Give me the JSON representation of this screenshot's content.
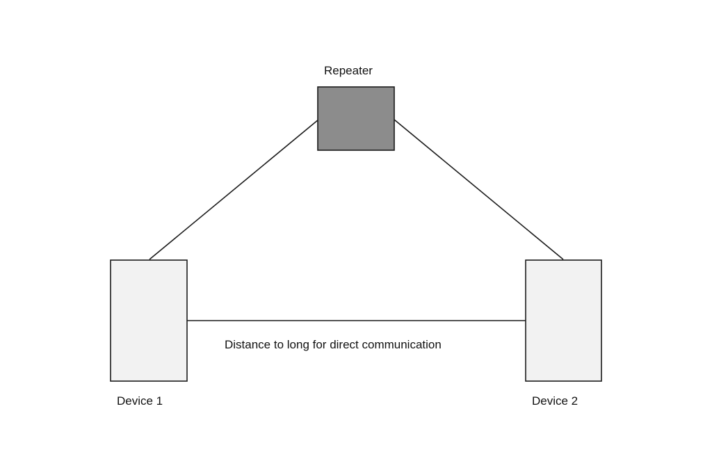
{
  "diagram": {
    "nodes": [
      {
        "id": "repeater",
        "label": "Repeater",
        "fill": "#8c8c8c"
      },
      {
        "id": "device-1",
        "label": "Device 1",
        "fill": "#f2f2f2"
      },
      {
        "id": "device-2",
        "label": "Device 2",
        "fill": "#f2f2f2"
      }
    ],
    "edges": [
      {
        "from": "device-1",
        "to": "repeater"
      },
      {
        "from": "repeater",
        "to": "device-2"
      },
      {
        "from": "device-1",
        "to": "device-2",
        "label": "Distance to long for direct communication"
      }
    ],
    "colors": {
      "stroke": "#1a1a1a",
      "text": "#111111",
      "background": "#ffffff"
    }
  }
}
